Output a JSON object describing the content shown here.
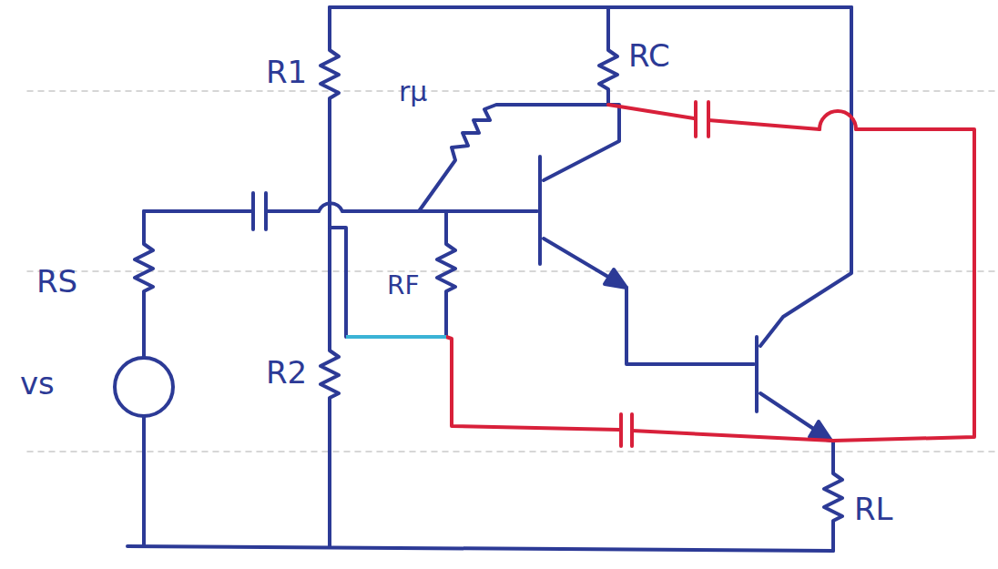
{
  "diagram": {
    "labels": [
      "R1",
      "RC",
      "rμ",
      "RF",
      "RS",
      "vs",
      "R2",
      "RL"
    ]
  }
}
